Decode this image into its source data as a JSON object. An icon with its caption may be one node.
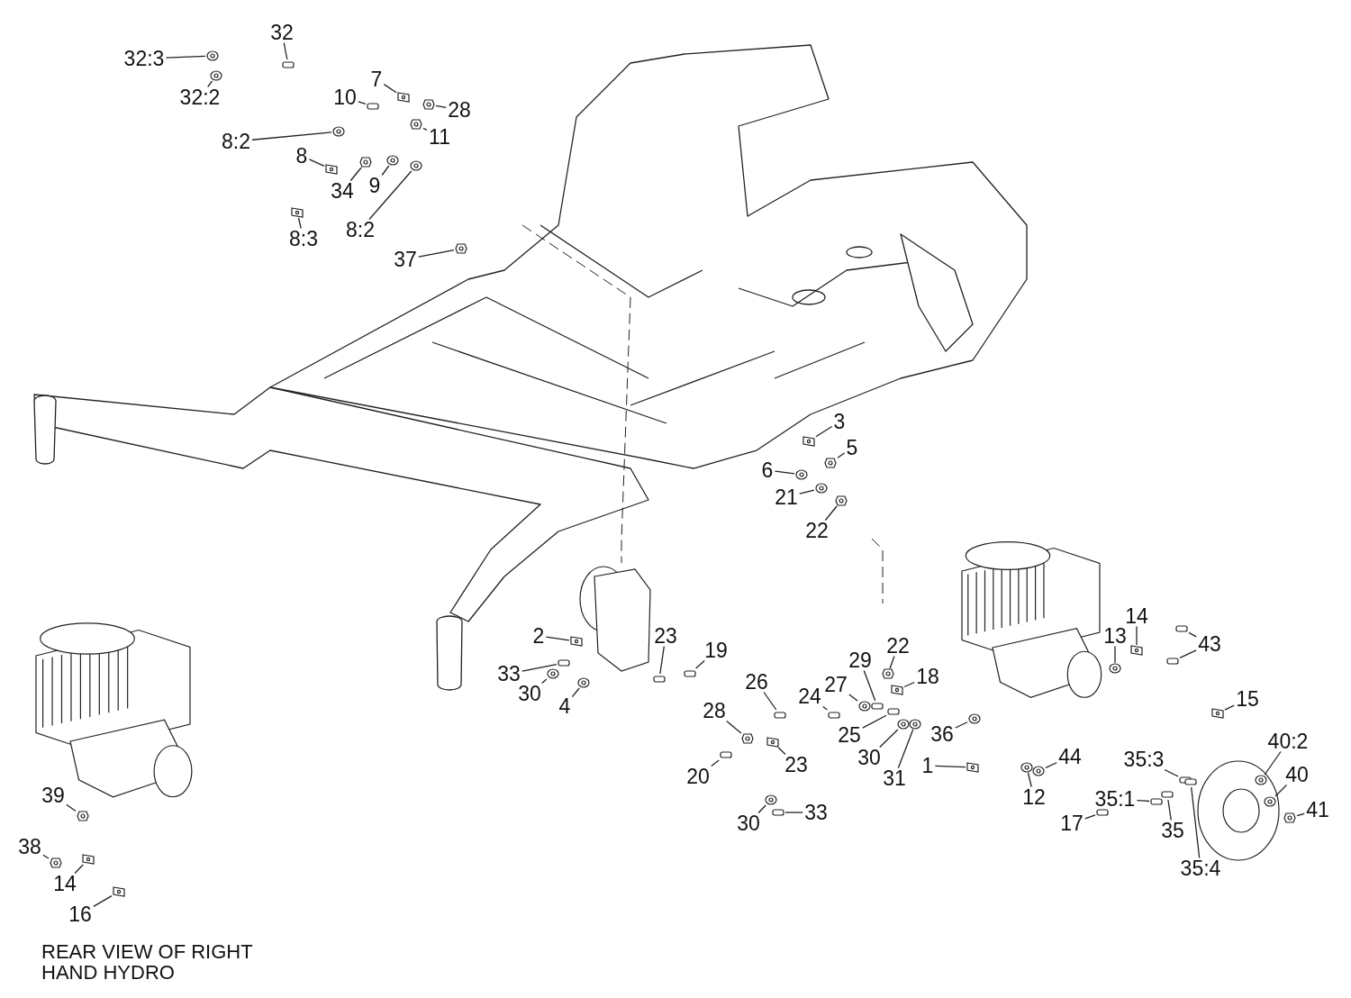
{
  "diagram": {
    "nodes": [
      {
        "text": [
          "32"
        ]
      },
      {
        "text": [
          "32:3"
        ]
      },
      {
        "text": [
          "32:2"
        ]
      },
      {
        "text": [
          "7"
        ]
      },
      {
        "text": [
          "10"
        ]
      },
      {
        "text": [
          "28"
        ]
      },
      {
        "text": [
          "11"
        ]
      },
      {
        "text": [
          "8:2"
        ]
      },
      {
        "text": [
          "8"
        ]
      },
      {
        "text": [
          "34"
        ]
      },
      {
        "text": [
          "9"
        ]
      },
      {
        "text": [
          "8:2"
        ]
      },
      {
        "text": [
          "8:3"
        ]
      },
      {
        "text": [
          "37"
        ]
      },
      {
        "text": [
          "3"
        ]
      },
      {
        "text": [
          "5"
        ]
      },
      {
        "text": [
          "6"
        ]
      },
      {
        "text": [
          "21"
        ]
      },
      {
        "text": [
          "22"
        ]
      },
      {
        "text": [
          "2"
        ]
      },
      {
        "text": [
          "23"
        ]
      },
      {
        "text": [
          "19"
        ]
      },
      {
        "text": [
          "33"
        ]
      },
      {
        "text": [
          "30"
        ]
      },
      {
        "text": [
          "4"
        ]
      },
      {
        "text": [
          "26"
        ]
      },
      {
        "text": [
          "28"
        ]
      },
      {
        "text": [
          "24"
        ]
      },
      {
        "text": [
          "29"
        ]
      },
      {
        "text": [
          "27"
        ]
      },
      {
        "text": [
          "25"
        ]
      },
      {
        "text": [
          "30"
        ]
      },
      {
        "text": [
          "31"
        ]
      },
      {
        "text": [
          "22"
        ]
      },
      {
        "text": [
          "18"
        ]
      },
      {
        "text": [
          "20"
        ]
      },
      {
        "text": [
          "23"
        ]
      },
      {
        "text": [
          "30"
        ]
      },
      {
        "text": [
          "33"
        ]
      },
      {
        "text": [
          "36"
        ]
      },
      {
        "text": [
          "1"
        ]
      },
      {
        "text": [
          "12"
        ]
      },
      {
        "text": [
          "44"
        ]
      },
      {
        "text": [
          "13"
        ]
      },
      {
        "text": [
          "14"
        ]
      },
      {
        "text": [
          "43"
        ]
      },
      {
        "text": [
          "15"
        ]
      },
      {
        "text": [
          "40:2"
        ]
      },
      {
        "text": [
          "40"
        ]
      },
      {
        "text": [
          "41"
        ]
      },
      {
        "text": [
          "35:3"
        ]
      },
      {
        "text": [
          "35:1"
        ]
      },
      {
        "text": [
          "35"
        ]
      },
      {
        "text": [
          "35:4"
        ]
      },
      {
        "text": [
          "17"
        ]
      },
      {
        "text": [
          "39"
        ]
      },
      {
        "text": [
          "38"
        ]
      },
      {
        "text": [
          "14"
        ]
      },
      {
        "text": [
          "16"
        ]
      },
      {
        "text": [],
        "shape": "bar"
      },
      {
        "text": [],
        "shape": "circle"
      },
      {
        "text": [],
        "shape": "circle"
      },
      {
        "text": [],
        "shape": "box"
      },
      {
        "text": [],
        "shape": "bar"
      },
      {
        "text": [],
        "shape": "hexagon"
      },
      {
        "text": [],
        "shape": "hexagon"
      },
      {
        "text": [],
        "shape": "circle"
      },
      {
        "text": [],
        "shape": "box"
      },
      {
        "text": [],
        "shape": "hexagon"
      },
      {
        "text": [],
        "shape": "circle"
      },
      {
        "text": [],
        "shape": "circle"
      },
      {
        "text": [],
        "shape": "box"
      },
      {
        "text": [],
        "shape": "hexagon"
      },
      {
        "text": [],
        "shape": "box"
      },
      {
        "text": [],
        "shape": "hexagon"
      },
      {
        "text": [],
        "shape": "circle"
      },
      {
        "text": [],
        "shape": "circle"
      },
      {
        "text": [],
        "shape": "hexagon"
      },
      {
        "text": [],
        "shape": "box"
      },
      {
        "text": [],
        "shape": "bar"
      },
      {
        "text": [],
        "shape": "bar"
      },
      {
        "text": [],
        "shape": "bar"
      },
      {
        "text": [],
        "shape": "circle"
      },
      {
        "text": [],
        "shape": "circle"
      },
      {
        "text": [],
        "shape": "bar"
      },
      {
        "text": [],
        "shape": "hexagon"
      },
      {
        "text": [],
        "shape": "bar"
      },
      {
        "text": [],
        "shape": "bar"
      },
      {
        "text": [],
        "shape": "circle"
      },
      {
        "text": [],
        "shape": "bar"
      },
      {
        "text": [],
        "shape": "circle"
      },
      {
        "text": [],
        "shape": "circle"
      },
      {
        "text": [],
        "shape": "hexagon"
      },
      {
        "text": [],
        "shape": "box"
      },
      {
        "text": [],
        "shape": "bar"
      },
      {
        "text": [],
        "shape": "box"
      },
      {
        "text": [],
        "shape": "circle"
      },
      {
        "text": [],
        "shape": "bar"
      },
      {
        "text": [],
        "shape": "circle"
      },
      {
        "text": [],
        "shape": "box"
      },
      {
        "text": [],
        "shape": "circle"
      },
      {
        "text": [],
        "shape": "circle"
      },
      {
        "text": [],
        "shape": "circle"
      },
      {
        "text": [],
        "shape": "box"
      },
      {
        "text": [],
        "shape": "bar"
      },
      {
        "text": [],
        "shape": "bar"
      },
      {
        "text": [],
        "shape": "box"
      },
      {
        "text": [],
        "shape": "circle"
      },
      {
        "text": [],
        "shape": "circle"
      },
      {
        "text": [],
        "shape": "hexagon"
      },
      {
        "text": [],
        "shape": "bar"
      },
      {
        "text": [],
        "shape": "bar"
      },
      {
        "text": [],
        "shape": "bar"
      },
      {
        "text": [],
        "shape": "bar"
      },
      {
        "text": [],
        "shape": "bar"
      },
      {
        "text": [],
        "shape": "hexagon"
      },
      {
        "text": [],
        "shape": "hexagon"
      },
      {
        "text": [],
        "shape": "box"
      },
      {
        "text": [],
        "shape": "box"
      }
    ],
    "edges": [
      {
        "from": 0,
        "to": 59,
        "arrow": "none"
      },
      {
        "from": 1,
        "to": 60,
        "arrow": "none"
      },
      {
        "from": 2,
        "to": 61,
        "arrow": "none"
      },
      {
        "from": 3,
        "to": 62,
        "arrow": "none"
      },
      {
        "from": 4,
        "to": 63,
        "arrow": "none"
      },
      {
        "from": 5,
        "to": 64,
        "arrow": "none"
      },
      {
        "from": 6,
        "to": 65,
        "arrow": "none"
      },
      {
        "from": 7,
        "to": 66,
        "arrow": "none"
      },
      {
        "from": 8,
        "to": 67,
        "arrow": "none"
      },
      {
        "from": 9,
        "to": 68,
        "arrow": "none"
      },
      {
        "from": 10,
        "to": 69,
        "arrow": "none"
      },
      {
        "from": 11,
        "to": 70,
        "arrow": "none"
      },
      {
        "from": 12,
        "to": 71,
        "arrow": "none"
      },
      {
        "from": 13,
        "to": 72,
        "arrow": "none"
      },
      {
        "from": 14,
        "to": 73,
        "arrow": "none"
      },
      {
        "from": 15,
        "to": 74,
        "arrow": "none"
      },
      {
        "from": 16,
        "to": 75,
        "arrow": "none"
      },
      {
        "from": 17,
        "to": 76,
        "arrow": "none"
      },
      {
        "from": 18,
        "to": 77,
        "arrow": "none"
      },
      {
        "from": 19,
        "to": 78,
        "arrow": "none"
      },
      {
        "from": 20,
        "to": 79,
        "arrow": "none"
      },
      {
        "from": 21,
        "to": 80,
        "arrow": "none"
      },
      {
        "from": 22,
        "to": 81,
        "arrow": "none"
      },
      {
        "from": 23,
        "to": 82,
        "arrow": "none"
      },
      {
        "from": 24,
        "to": 83,
        "arrow": "none"
      },
      {
        "from": 25,
        "to": 84,
        "arrow": "none"
      },
      {
        "from": 26,
        "to": 85,
        "arrow": "none"
      },
      {
        "from": 27,
        "to": 86,
        "arrow": "none"
      },
      {
        "from": 28,
        "to": 87,
        "arrow": "none"
      },
      {
        "from": 29,
        "to": 88,
        "arrow": "none"
      },
      {
        "from": 30,
        "to": 89,
        "arrow": "none"
      },
      {
        "from": 31,
        "to": 90,
        "arrow": "none"
      },
      {
        "from": 32,
        "to": 91,
        "arrow": "none"
      },
      {
        "from": 33,
        "to": 92,
        "arrow": "none"
      },
      {
        "from": 34,
        "to": 93,
        "arrow": "none"
      },
      {
        "from": 35,
        "to": 94,
        "arrow": "none"
      },
      {
        "from": 36,
        "to": 95,
        "arrow": "none"
      },
      {
        "from": 37,
        "to": 96,
        "arrow": "none"
      },
      {
        "from": 38,
        "to": 97,
        "arrow": "none"
      },
      {
        "from": 39,
        "to": 98,
        "arrow": "none"
      },
      {
        "from": 40,
        "to": 99,
        "arrow": "none"
      },
      {
        "from": 41,
        "to": 100,
        "arrow": "none"
      },
      {
        "from": 42,
        "to": 101,
        "arrow": "none"
      },
      {
        "from": 43,
        "to": 102,
        "arrow": "none"
      },
      {
        "from": 44,
        "to": 103,
        "arrow": "none"
      },
      {
        "from": 45,
        "to": 104,
        "arrow": "none"
      },
      {
        "from": 45,
        "to": 105,
        "arrow": "none"
      },
      {
        "from": 46,
        "to": 106,
        "arrow": "none"
      },
      {
        "from": 47,
        "to": 107,
        "arrow": "none"
      },
      {
        "from": 48,
        "to": 108,
        "arrow": "none"
      },
      {
        "from": 49,
        "to": 109,
        "arrow": "none"
      },
      {
        "from": 50,
        "to": 110,
        "arrow": "none"
      },
      {
        "from": 51,
        "to": 111,
        "arrow": "none"
      },
      {
        "from": 52,
        "to": 112,
        "arrow": "none"
      },
      {
        "from": 53,
        "to": 113,
        "arrow": "none"
      },
      {
        "from": 54,
        "to": 114,
        "arrow": "none"
      },
      {
        "from": 55,
        "to": 115,
        "arrow": "none"
      },
      {
        "from": 56,
        "to": 116,
        "arrow": "none"
      },
      {
        "from": 57,
        "to": 117,
        "arrow": "none"
      },
      {
        "from": 58,
        "to": 118,
        "arrow": "none"
      }
    ],
    "labels": [
      "REAR VIEW OF RIGHT HAND HYDRO"
    ]
  }
}
